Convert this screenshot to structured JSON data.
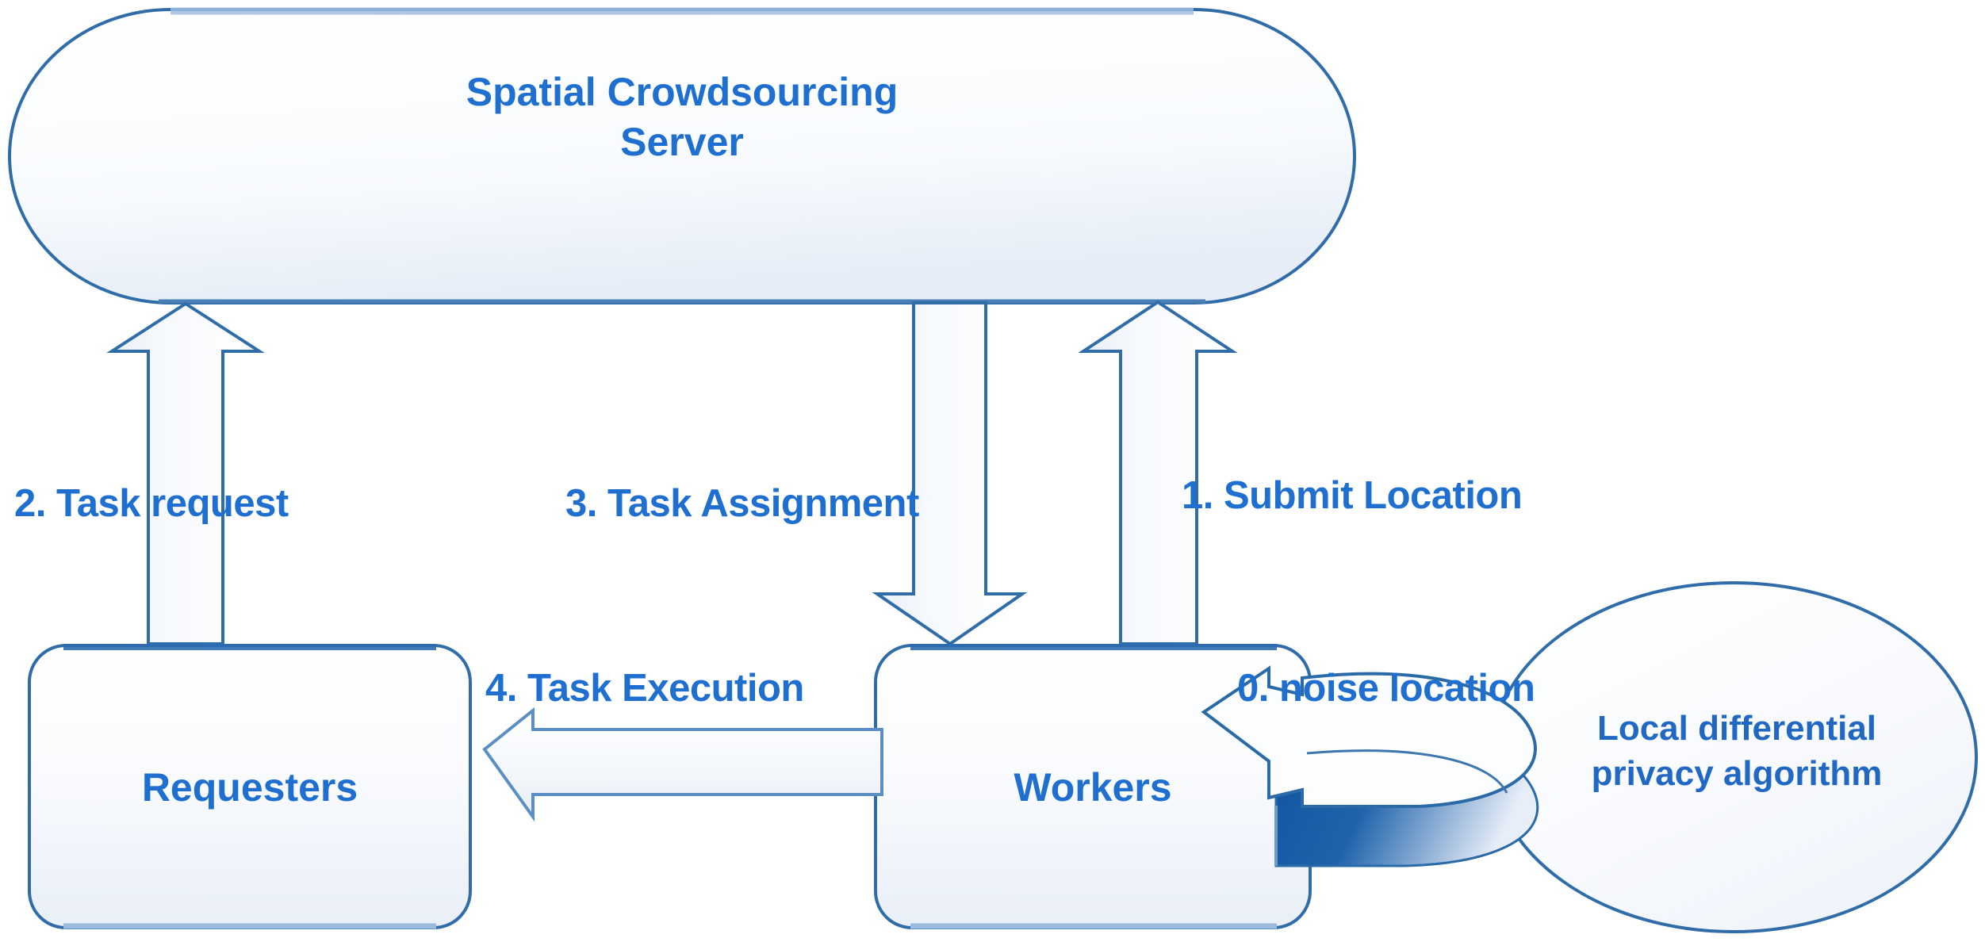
{
  "diagram": {
    "title": "Spatial Crowdsourcing with Local Differential Privacy workflow",
    "colors": {
      "text_blue": "#1f6fd0",
      "stroke_blue": "#2e6ca4",
      "shape_fill_light": "#f7fafd",
      "band_dark_blue": "#14569e",
      "background": "#ffffff"
    },
    "nodes": [
      {
        "id": "server",
        "label_line1": "Spatial Crowdsourcing",
        "label_line2": "Server",
        "shape": "rounded-pill"
      },
      {
        "id": "requesters",
        "label": "Requesters",
        "shape": "rounded-rect"
      },
      {
        "id": "workers",
        "label": "Workers",
        "shape": "rounded-rect"
      },
      {
        "id": "ldp",
        "label_line1": "Local differential",
        "label_line2": "privacy algorithm",
        "shape": "ellipse"
      }
    ],
    "flows": [
      {
        "step": "0",
        "label": "0. noise location",
        "from": "ldp",
        "to": "workers",
        "direction": "curved-left"
      },
      {
        "step": "1",
        "label": "1. Submit Location",
        "from": "workers",
        "to": "server",
        "direction": "up"
      },
      {
        "step": "2",
        "label": "2. Task request",
        "from": "requesters",
        "to": "server",
        "direction": "up"
      },
      {
        "step": "3",
        "label": "3. Task Assignment",
        "from": "server",
        "to": "workers",
        "direction": "down"
      },
      {
        "step": "4",
        "label": "4. Task Execution",
        "from": "workers",
        "to": "requesters",
        "direction": "left"
      }
    ]
  }
}
